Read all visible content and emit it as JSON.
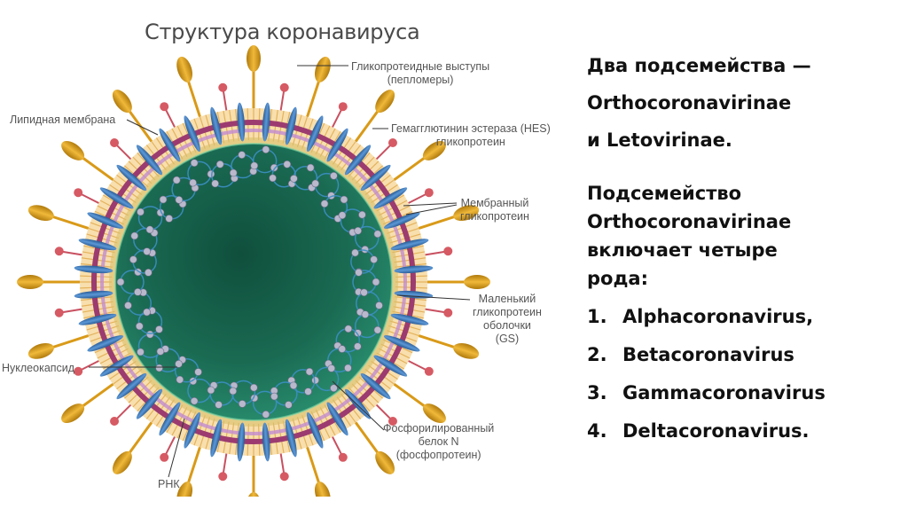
{
  "figure": {
    "title": "Структура коронавируса",
    "labels": {
      "spikes_1": "Гликопротеидные выступы",
      "spikes_2": "(пепломеры)",
      "membrane": "Липидная мембрана",
      "hes_1": "Гемагглютинин эстераза (HES)",
      "hes_2": "гликопротеин",
      "mgp_1": "Мембранный",
      "mgp_2": "гликопротеин",
      "gs_1": "Маленький",
      "gs_2": "гликопротеин",
      "gs_3": "оболочки",
      "gs_4": "(GS)",
      "nucleocapsid": "Нуклеокапсид",
      "protein_n_1": "Фосфорилированный",
      "protein_n_2": "белок N",
      "protein_n_3": "(фосфопротеин)",
      "rna": "РНК"
    },
    "colors": {
      "core": "#1d6f55",
      "envelope": "#9c3b70",
      "lipid": "#f3c56a",
      "spike": "#d99a18",
      "hes": "#d65a63",
      "membrane_glycoprotein": "#3d76b5",
      "rna": "#3c8fc4",
      "nucleoprotein": "#b9b8cc"
    }
  },
  "panel": {
    "line1": "Два подсемейства —",
    "line2": "Orthocoronavirinae",
    "line3": "и Letovirinae.",
    "para2_1": "Подсемейство",
    "para2_2": "Orthocoronavirinae",
    "para2_3": "включает четыре",
    "para2_4": "рода:",
    "genera": [
      {
        "num": "1.",
        "name": "Alphacoronavirus,"
      },
      {
        "num": "2.",
        "name": "Betacoronavirus"
      },
      {
        "num": "3.",
        "name": "Gammacoronavirus"
      },
      {
        "num": "4.",
        "name": "Deltacoronavirus."
      }
    ]
  }
}
